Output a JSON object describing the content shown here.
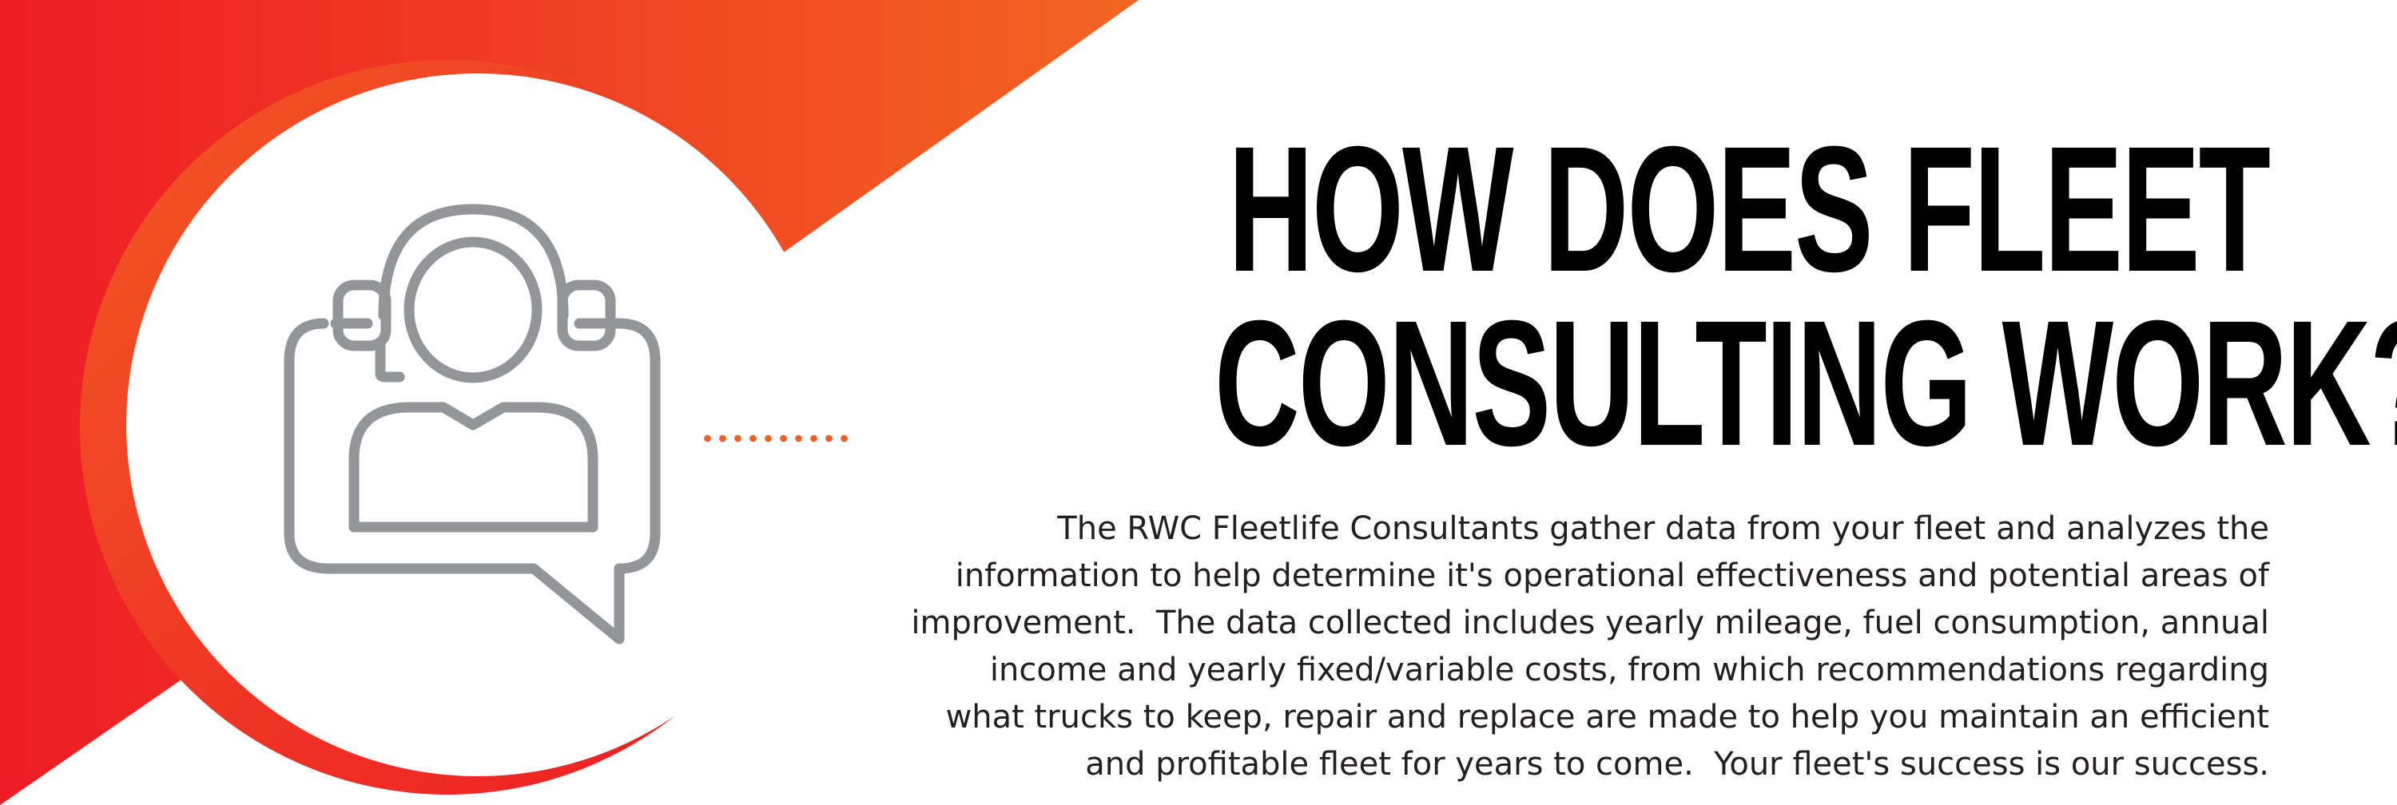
{
  "title": {
    "line1": "HOW DOES FLEET",
    "line2": "CONSULTING WORK?"
  },
  "description": {
    "lines": [
      "The RWC Fleetlife Consultants gather data from your fleet and analyzes the",
      "information to help determine it's operational effectiveness and potential areas of",
      "improvement.  The data collected includes yearly mileage, fuel consumption, annual",
      "income and yearly fixed/variable costs, from which recommendations regarding",
      "what trucks to keep, repair and replace are made to help you maintain an efficient",
      "and profitable fleet for years to come.  Your fleet's success is our success."
    ]
  },
  "icon": "customer-support-headset-chat-icon",
  "colors": {
    "accent_red": "#ee1c25",
    "accent_orange": "#f26522",
    "icon_gray": "#939598",
    "headline": "#000000",
    "body_text": "#231f20"
  }
}
